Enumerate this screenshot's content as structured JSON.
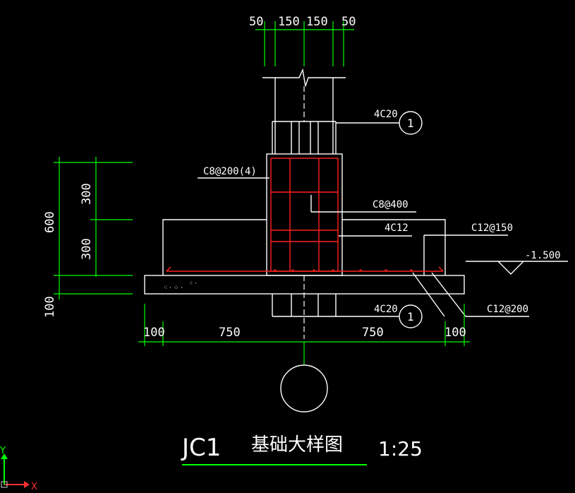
{
  "colors": {
    "background": "#000000",
    "outline": "#ffffff",
    "dimension": "#00ff00",
    "rebar": "#ff2020",
    "axis_x": "#ff3030",
    "axis_y": "#00ff00"
  },
  "dimensions": {
    "top": [
      "50",
      "150",
      "150",
      "50"
    ],
    "left_parts": [
      "300",
      "300"
    ],
    "left_total": "600",
    "left_slab": "100",
    "bottom": [
      "100",
      "750",
      "750",
      "100"
    ]
  },
  "rebar_labels": {
    "column_main_top": "4C20",
    "column_main_bottom": "4C20",
    "stirrup_column": "C8@200(4)",
    "stirrup_pedestal": "C8@400",
    "pedestal_bars": "4C12",
    "slab_top_bars": "C12@150",
    "slab_bottom_bars": "C12@200"
  },
  "callouts": {
    "section_mark_top": "1",
    "section_mark_bottom": "1"
  },
  "elevation": "-1.500",
  "title": {
    "code": "JC1",
    "name": "基础大样图",
    "scale": "1:25"
  },
  "ucs": {
    "x_label": "X",
    "y_label": "Y"
  }
}
